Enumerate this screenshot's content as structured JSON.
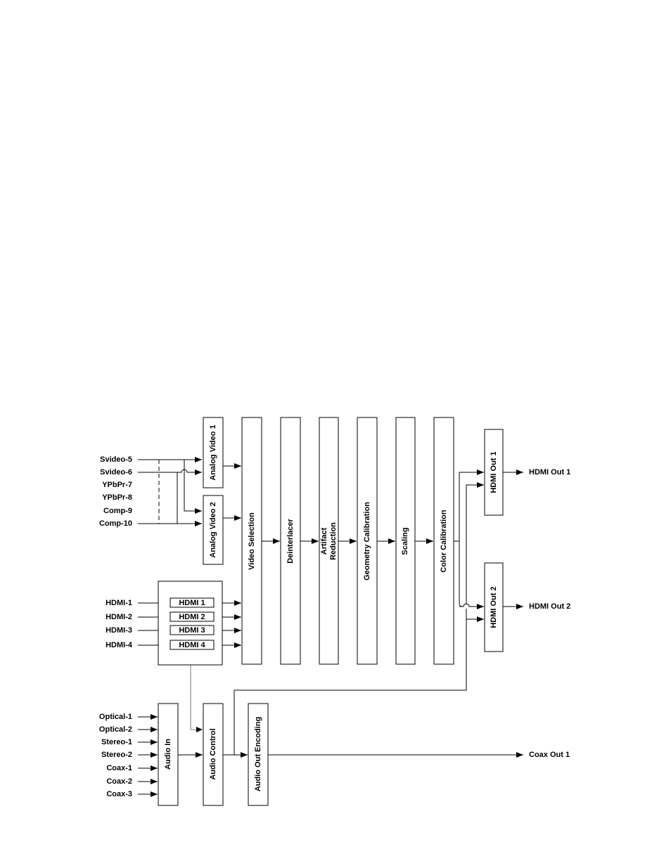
{
  "inputs": {
    "analog": [
      "Svideo-5",
      "Svideo-6",
      "YPbPr-7",
      "YPbPr-8",
      "Comp-9",
      "Comp-10"
    ],
    "hdmi": [
      "HDMI-1",
      "HDMI-2",
      "HDMI-3",
      "HDMI-4"
    ],
    "audio": [
      "Optical-1",
      "Optical-2",
      "Stereo-1",
      "Stereo-2",
      "Coax-1",
      "Coax-2",
      "Coax-3"
    ]
  },
  "blocks": {
    "analog_video_1": "Analog Video 1",
    "analog_video_2": "Analog Video 2",
    "hdmi_1": "HDMI 1",
    "hdmi_2": "HDMI 2",
    "hdmi_3": "HDMI 3",
    "hdmi_4": "HDMI 4",
    "video_selection": "Video Selection",
    "deinterlacer": "Deinterlacer",
    "artifact_line1": "Artifact",
    "artifact_line2": "Reduction",
    "geometry_calibration": "Geometry Calibration",
    "scaling": "Scaling",
    "color_calibration": "Color Calibration",
    "hdmi_out_1_block": "HDMI Out 1",
    "hdmi_out_2_block": "HDMI Out 2",
    "audio_in": "Audio In",
    "audio_control": "Audio Control",
    "audio_out_encoding": "Audio Out Encoding"
  },
  "outputs": {
    "hdmi_out_1": "HDMI Out 1",
    "hdmi_out_2": "HDMI Out 2",
    "coax_out_1": "Coax Out 1"
  }
}
